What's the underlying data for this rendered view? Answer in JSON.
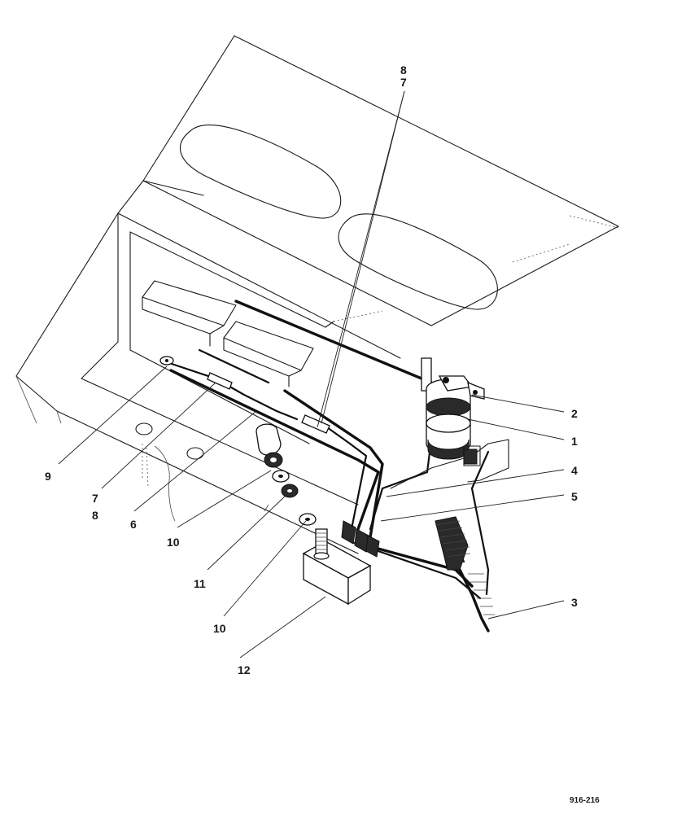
{
  "callouts": {
    "c1": "1",
    "c2": "2",
    "c3": "3",
    "c4": "4",
    "c5": "5",
    "c6": "6",
    "c7a": "7",
    "c8a": "8",
    "c8b": "8",
    "c7b": "7",
    "c9": "9",
    "c10a": "10",
    "c10b": "10",
    "c11": "11",
    "c12": "12"
  },
  "figure_code": "916-216"
}
